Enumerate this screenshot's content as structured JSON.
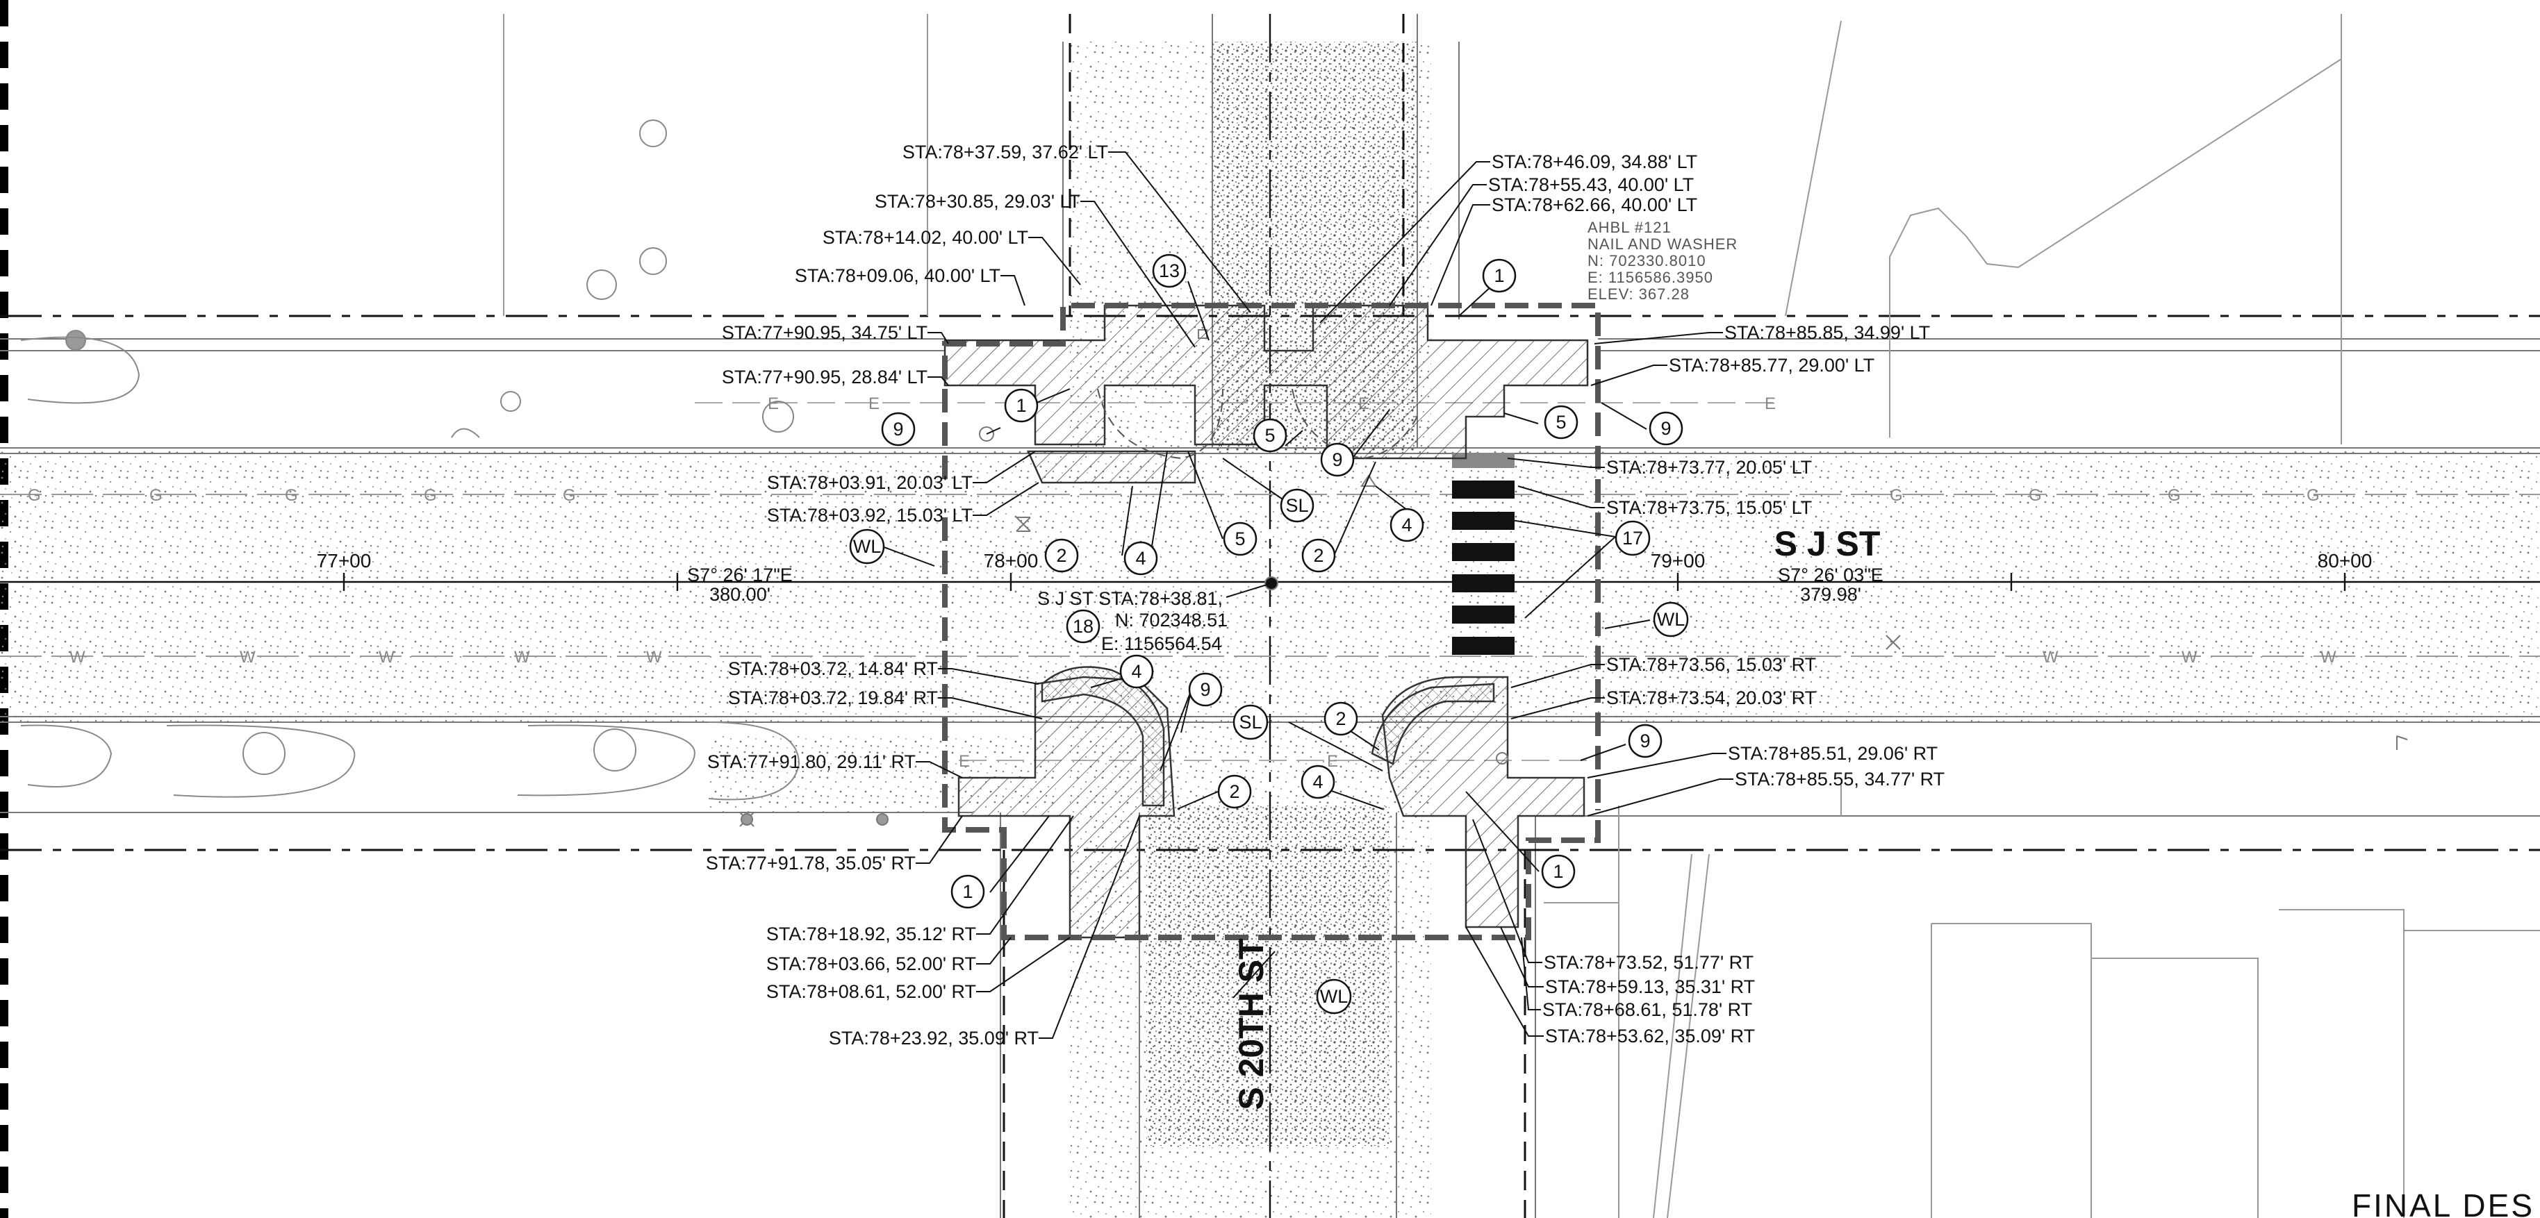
{
  "streets": {
    "main_name": "S J ST",
    "cross_name": "S 20TH ST"
  },
  "alignment": {
    "left_bearing": "S7° 26' 17\"E",
    "left_length": "380.00'",
    "right_bearing": "S7° 26' 03\"E",
    "right_length": "379.98'",
    "stations": [
      "77+00",
      "78+00",
      "79+00",
      "80+00"
    ]
  },
  "control_point": {
    "label": "AHBL #121",
    "desc": "NAIL AND WASHER",
    "north": "N: 702330.8010",
    "east": "E: 1156586.3950",
    "elev": "ELEV: 367.28"
  },
  "center_point": {
    "label": "S J ST STA:78+38.81,",
    "north": "N: 702348.51",
    "east": "E: 1156564.54"
  },
  "callouts": {
    "c01": "STA:78+37.59, 37.62' LT",
    "c02": "STA:78+30.85, 29.03' LT",
    "c03": "STA:78+14.02, 40.00' LT",
    "c04": "STA:78+09.06, 40.00' LT",
    "c05": "STA:77+90.95, 34.75' LT",
    "c06": "STA:77+90.95, 28.84' LT",
    "c07": "STA:78+03.91, 20.03' LT",
    "c08": "STA:78+03.92, 15.03' LT",
    "c09": "STA:78+46.09, 34.88' LT",
    "c10": "STA:78+55.43, 40.00' LT",
    "c11": "STA:78+62.66, 40.00' LT",
    "c12": "STA:78+85.85, 34.99' LT",
    "c13": "STA:78+85.77, 29.00' LT",
    "c14": "STA:78+73.77, 20.05' LT",
    "c15": "STA:78+73.75, 15.05' LT",
    "c16": "STA:78+03.72, 14.84' RT",
    "c17": "STA:78+03.72, 19.84' RT",
    "c18": "STA:77+91.80, 29.11' RT",
    "c19": "STA:77+91.78, 35.05' RT",
    "c20": "STA:78+18.92, 35.12' RT",
    "c21": "STA:78+03.66, 52.00' RT",
    "c22": "STA:78+08.61, 52.00' RT",
    "c23": "STA:78+23.92, 35.09' RT",
    "c24": "STA:78+73.56, 15.03' RT",
    "c25": "STA:78+73.54, 20.03' RT",
    "c26": "STA:78+85.51, 29.06' RT",
    "c27": "STA:78+85.55, 34.77' RT",
    "c28": "STA:78+73.52, 51.77' RT",
    "c29": "STA:78+59.13, 35.31' RT",
    "c30": "STA:78+68.61, 51.78' RT",
    "c31": "STA:78+53.62, 35.09' RT"
  },
  "bubbles": {
    "b01": "13",
    "b02": "1",
    "b03": "1",
    "b04": "9",
    "b05": "5",
    "b06": "9",
    "b07": "5",
    "b08": "9",
    "b09": "SL",
    "b10": "5",
    "b11": "2",
    "b12": "4",
    "b13": "2",
    "b14": "4",
    "b15": "17",
    "b16": "WL",
    "b17": "18",
    "b18": "WL",
    "b19": "4",
    "b20": "9",
    "b21": "SL",
    "b22": "2",
    "b23": "4",
    "b24": "2",
    "b25": "9",
    "b26": "1",
    "b27": "1",
    "b28": "WL"
  },
  "utility_labels": {
    "gas": "G",
    "water": "W",
    "power": "E"
  },
  "title_block": {
    "text": "FINAL DES"
  }
}
